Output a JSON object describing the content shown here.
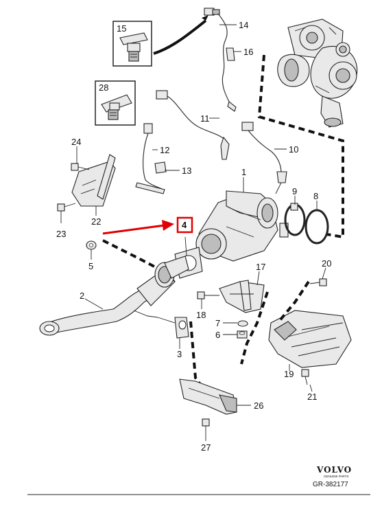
{
  "labels": {
    "p1": "1",
    "p2": "2",
    "p3": "3",
    "p4": "4",
    "p5": "5",
    "p6": "6",
    "p7": "7",
    "p8": "8",
    "p9": "9",
    "p10": "10",
    "p11": "11",
    "p12": "12",
    "p13": "13",
    "p14": "14",
    "p15": "15",
    "p16": "16",
    "p17": "17",
    "p18": "18",
    "p19": "19",
    "p20": "20",
    "p21": "21",
    "p22": "22",
    "p23": "23",
    "p24": "24",
    "p26": "26",
    "p27": "27",
    "p28": "28"
  },
  "highlight": {
    "part": "4",
    "color": "#e00000"
  },
  "brand": {
    "name": "VOLVO",
    "tagline": "GENUINE PARTS"
  },
  "reference": "GR-382177"
}
